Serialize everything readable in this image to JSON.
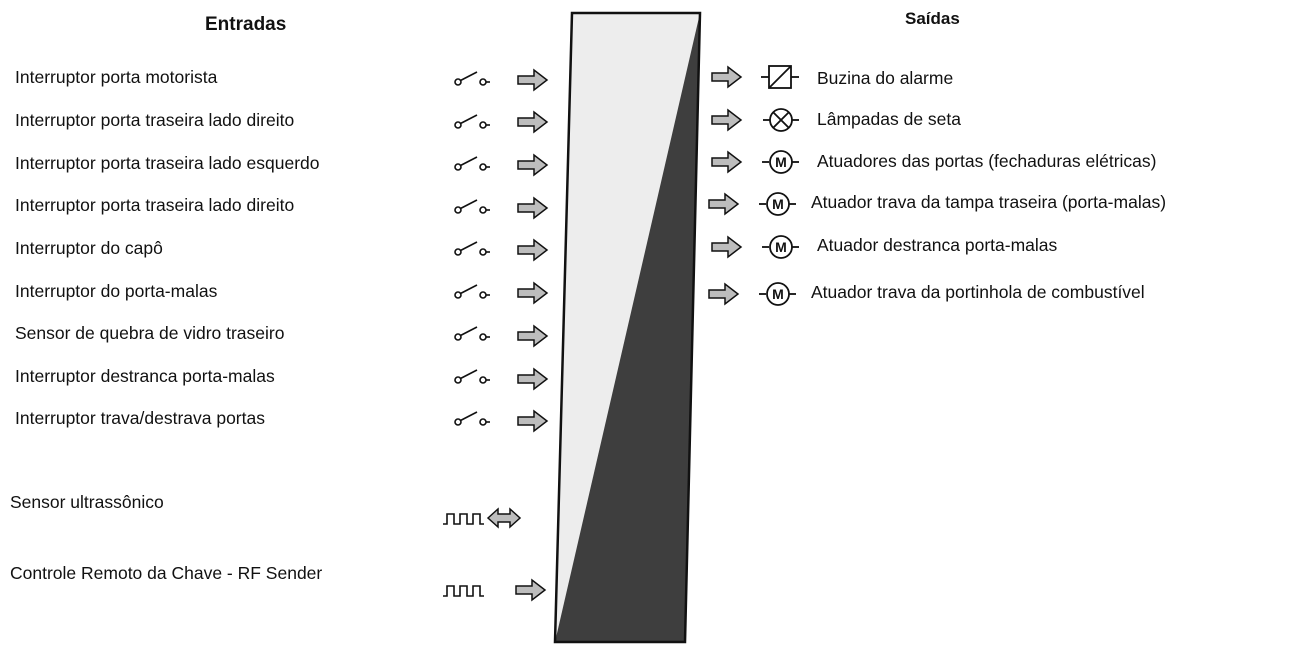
{
  "inputs": {
    "title": "Entradas",
    "items": [
      {
        "label": "Interruptor porta motorista",
        "kind": "switch"
      },
      {
        "label": "Interruptor porta traseira lado direito",
        "kind": "switch"
      },
      {
        "label": "Interruptor porta traseira lado esquerdo",
        "kind": "switch"
      },
      {
        "label": "Interruptor porta traseira lado direito",
        "kind": "switch"
      },
      {
        "label": "Interruptor do capô",
        "kind": "switch"
      },
      {
        "label": "Interruptor do porta-malas",
        "kind": "switch"
      },
      {
        "label": "Sensor de quebra de vidro traseiro",
        "kind": "switch"
      },
      {
        "label": "Interruptor destranca porta-malas",
        "kind": "switch"
      },
      {
        "label": "Interruptor trava/destrava portas",
        "kind": "switch"
      },
      {
        "label": "Sensor ultrassônico",
        "kind": "pulse-bidirectional"
      },
      {
        "label": "Controle Remoto da Chave - RF Sender",
        "kind": "pulse"
      }
    ]
  },
  "outputs": {
    "title": "Saídas",
    "items": [
      {
        "label": "Buzina do alarme",
        "symbol": "horn"
      },
      {
        "label": "Lâmpadas de seta",
        "symbol": "lamp"
      },
      {
        "label": "Atuadores das portas (fechaduras elétricas)",
        "symbol": "motor"
      },
      {
        "label": "Atuador trava da tampa traseira (porta-malas)",
        "symbol": "motor"
      },
      {
        "label": "Atuador destranca porta-malas",
        "symbol": "motor"
      },
      {
        "label": "Atuador trava da portinhola de combustível",
        "symbol": "motor"
      }
    ],
    "motor_letter": "M"
  },
  "colors": {
    "module_light": "#ededed",
    "module_dark": "#3e3e3e",
    "arrow_fill": "#bdbdbd",
    "stroke": "#111111"
  }
}
